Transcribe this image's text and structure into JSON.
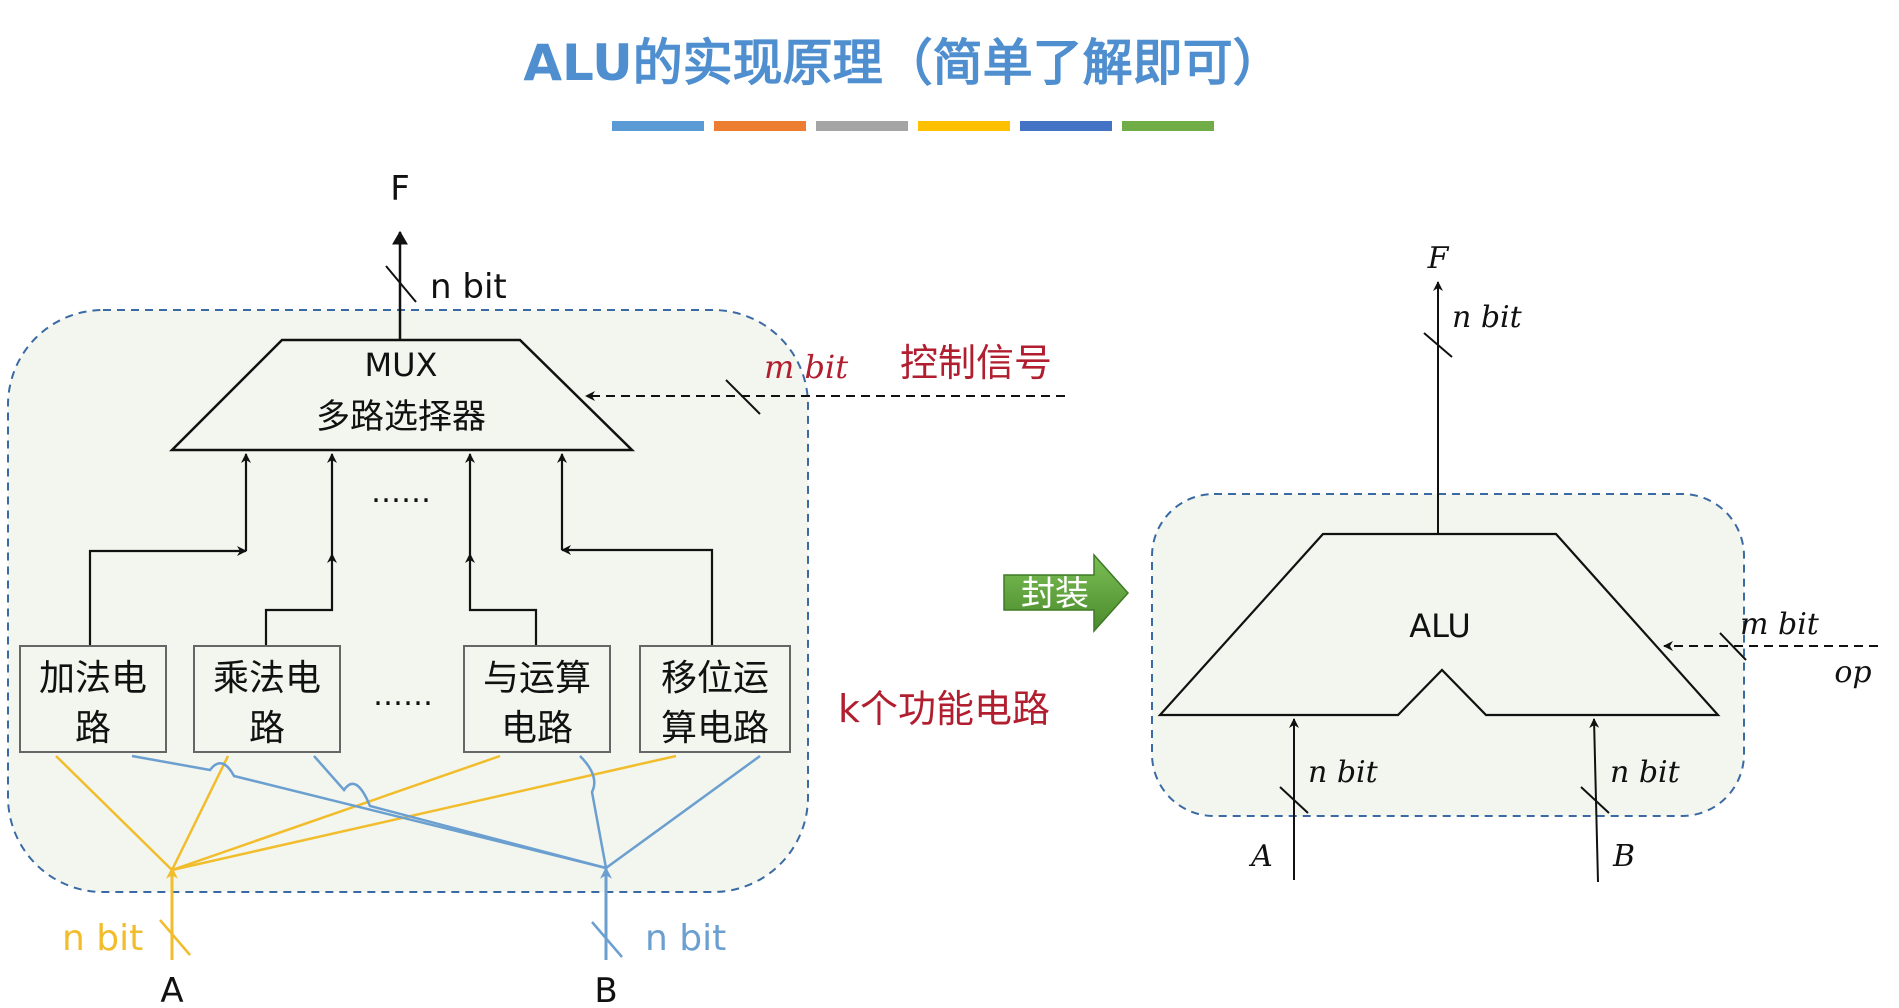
{
  "title": "ALU的实现原理（简单了解即可）",
  "colors": {
    "title": "#4f8fcf",
    "bar_colors": [
      "#5b9bd5",
      "#ed7d31",
      "#a5a5a5",
      "#ffc000",
      "#4472c4",
      "#70ad47"
    ],
    "panel_fill": "#f3f6ee",
    "panel_border": "#3a6aa3",
    "signal_red": "#b01e2f",
    "wire_yellow": "#f2bd2c",
    "wire_blue": "#6b9fd0",
    "arrow_green": "#5f9f3a"
  },
  "left": {
    "output_label": "F",
    "output_width": "n bit",
    "mux_line1": "MUX",
    "mux_line2": "多路选择器",
    "mbit_label": "m bit",
    "control_label": "控制信号",
    "dots_top": "……",
    "dots_mid": "……",
    "k_label": "k个功能电路",
    "circuits": [
      {
        "line1": "加法电",
        "line2": "路"
      },
      {
        "line1": "乘法电",
        "line2": "路"
      },
      {
        "line1": "与运算",
        "line2": "电路"
      },
      {
        "line1": "移位运",
        "line2": "算电路"
      }
    ],
    "input_a_width": "n bit",
    "input_b_width": "n bit",
    "input_a": "A",
    "input_b": "B"
  },
  "encap_label": "封装",
  "right": {
    "output_label": "F",
    "output_width": "n bit",
    "alu_label": "ALU",
    "mbit_label": "m bit",
    "op_label": "op",
    "a_width": "n bit",
    "b_width": "n bit",
    "input_a": "A",
    "input_b": "B"
  }
}
